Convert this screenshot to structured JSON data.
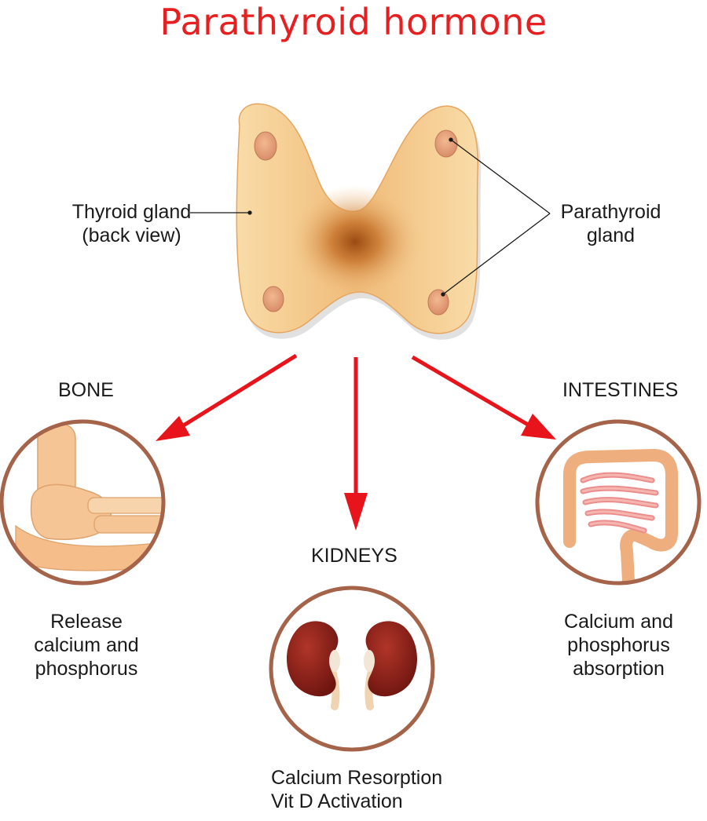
{
  "title": "Parathyroid hormone",
  "labels": {
    "thyroid": [
      "Thyroid gland",
      "(back view)"
    ],
    "parathyroid": [
      "Parathyroid",
      "gland"
    ],
    "bone": "BONE",
    "kidneys": "KIDNEYS",
    "intestines": "INTESTINES"
  },
  "effects": {
    "bone": [
      "Release",
      "calcium and",
      "phosphorus"
    ],
    "kidneys": [
      "Calcium Resorption",
      "Vit D Activation"
    ],
    "intestines": [
      "Calcium and",
      "phosphorus",
      "absorption"
    ]
  },
  "colors": {
    "title": "#e62020",
    "arrow": "#e8141b",
    "circle_border": "#a5634a",
    "gland": "#f4c98a",
    "kidney": "#8e1f17"
  }
}
